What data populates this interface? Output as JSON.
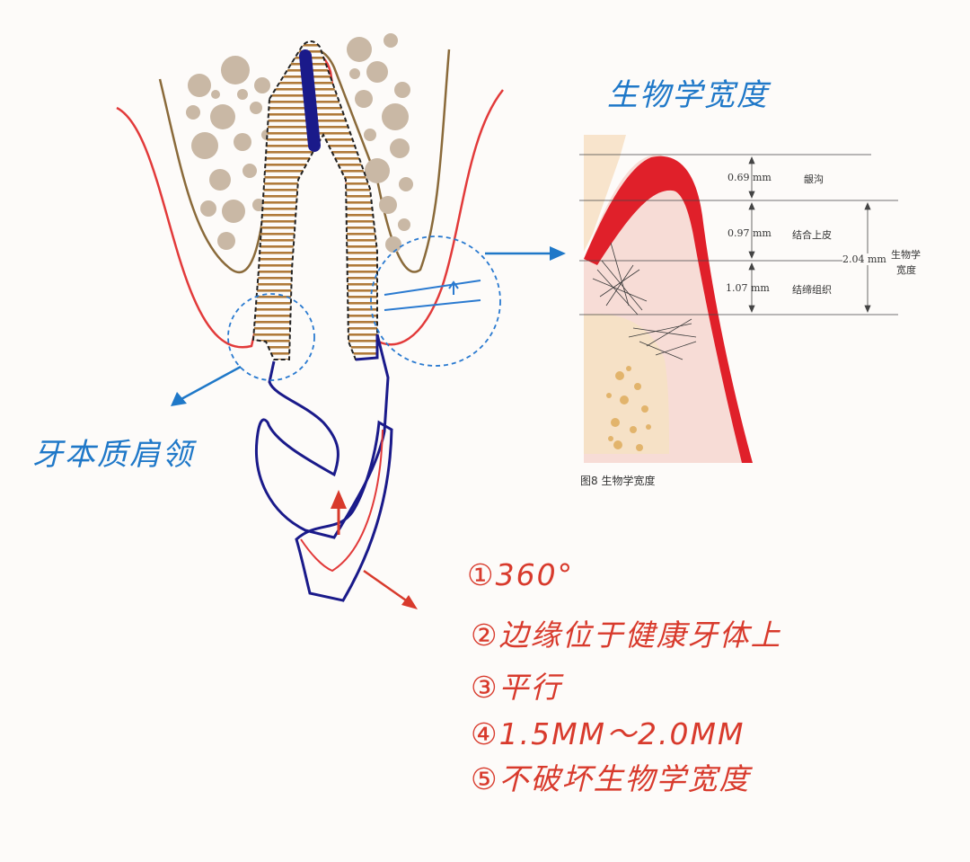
{
  "annotations": {
    "biological_width_title": "生物学宽度",
    "crown_collar_label": "牙本质肩领"
  },
  "inset": {
    "rows": [
      {
        "value": "0.69 mm",
        "label": "龈沟"
      },
      {
        "value": "0.97 mm",
        "label": "结合上皮"
      },
      {
        "value": "1.07 mm",
        "label": "结缔组织"
      }
    ],
    "total_value": "2.04 mm",
    "total_label_line1": "生物学",
    "total_label_line2": "宽度",
    "caption": "图8  生物学宽度"
  },
  "requirements": [
    "①360°",
    "②边缘位于健康牙体上",
    "③平行",
    "④1.5MM～2.0MM",
    "⑤不破坏生物学宽度"
  ],
  "colors": {
    "blue_ink": "#1f78c8",
    "red_ink": "#d83a2c",
    "navy": "#1a1a8a",
    "gum_red": "#e0202a",
    "bone": "#c9b8a5"
  }
}
